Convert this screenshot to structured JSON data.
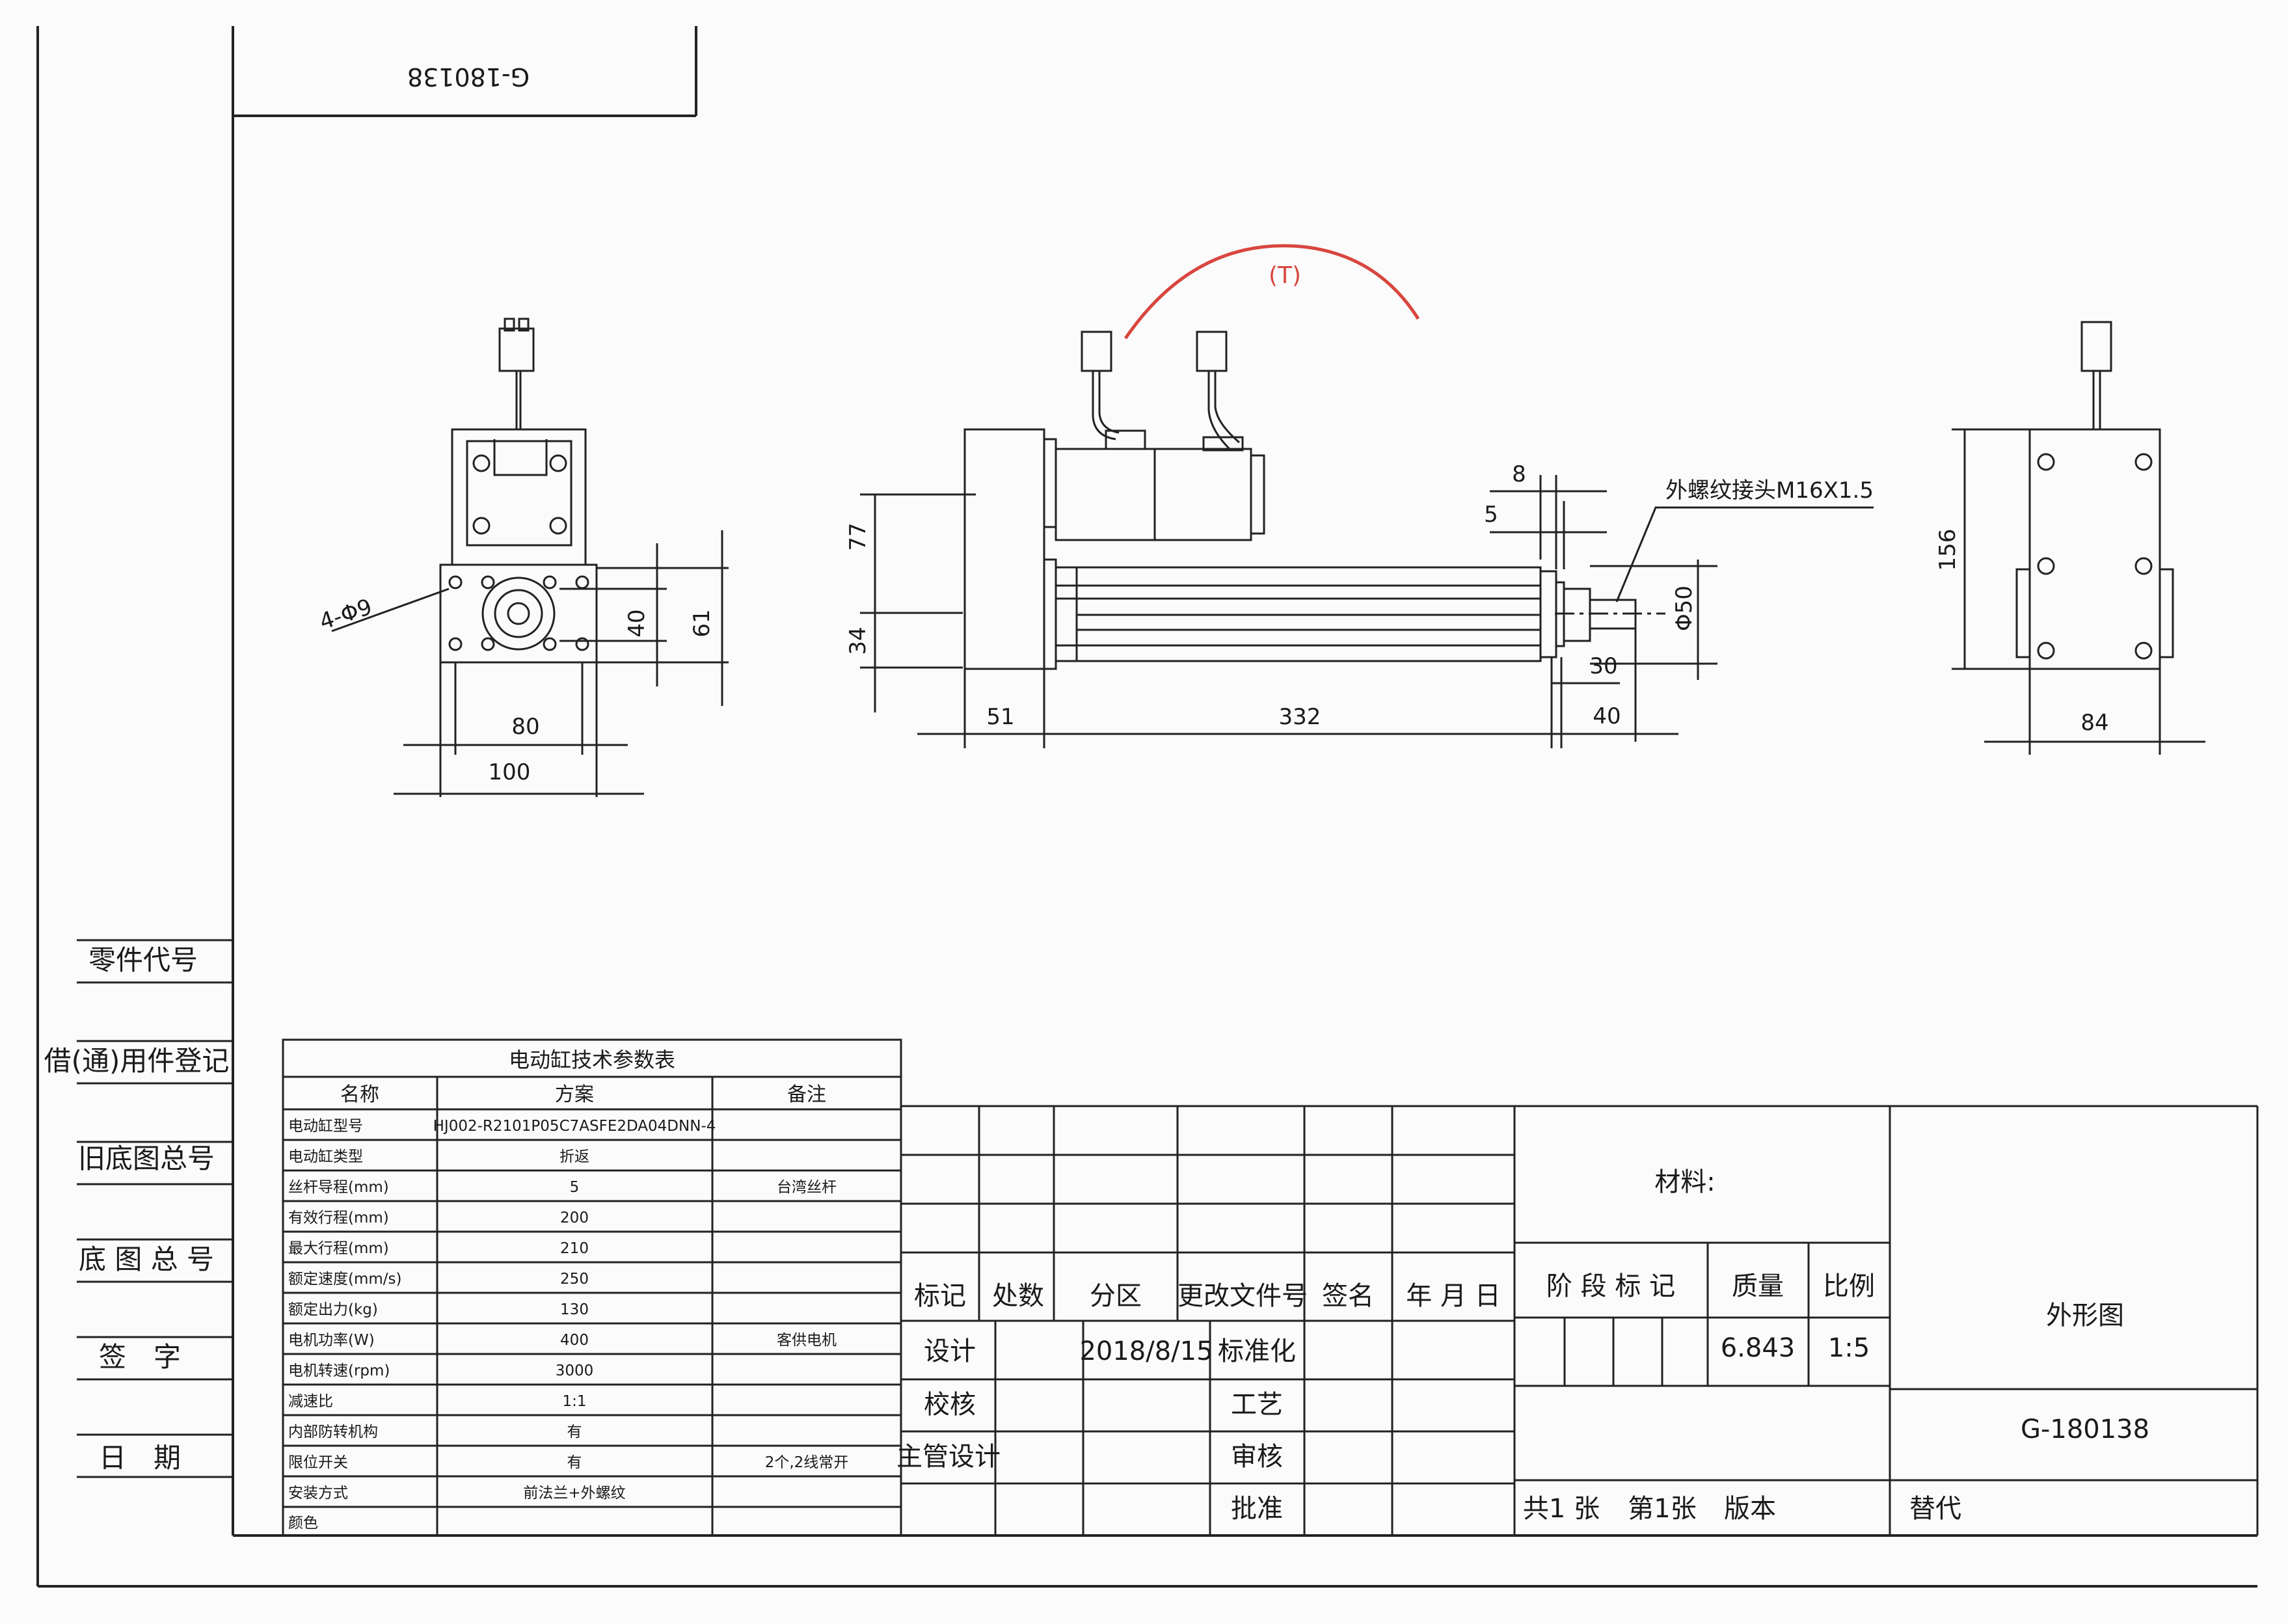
{
  "drawing_no_mirrored": "G-180138",
  "stamp_text": "(T)",
  "side_labels": [
    "零件代号",
    "借(通)用件登记",
    "旧底图总号",
    "底 图 总 号",
    "签　字",
    "日　期"
  ],
  "dimensions": {
    "front_hole": "4-Φ9",
    "front_40": "40",
    "front_61": "61",
    "front_80": "80",
    "front_100": "100",
    "side_77": "77",
    "side_34": "34",
    "side_51": "51",
    "side_332": "332",
    "side_8": "8",
    "side_5": "5",
    "side_30": "30",
    "side_40": "40",
    "side_d50": "Φ50",
    "thread_note": "外螺纹接头M16X1.5",
    "right_156": "156",
    "right_84": "84"
  },
  "param_table": {
    "title": "电动缸技术参数表",
    "headers": [
      "名称",
      "方案",
      "备注"
    ],
    "rows": [
      [
        "电动缸型号",
        "HJ002-R2101P05C7ASFE2DA04DNN-4",
        ""
      ],
      [
        "电动缸类型",
        "折返",
        ""
      ],
      [
        "丝杆导程(mm)",
        "5",
        "台湾丝杆"
      ],
      [
        "有效行程(mm)",
        "200",
        ""
      ],
      [
        "最大行程(mm)",
        "210",
        ""
      ],
      [
        "额定速度(mm/s)",
        "250",
        ""
      ],
      [
        "额定出力(kg)",
        "130",
        ""
      ],
      [
        "电机功率(W)",
        "400",
        "客供电机"
      ],
      [
        "电机转速(rpm)",
        "3000",
        ""
      ],
      [
        "减速比",
        "1:1",
        ""
      ],
      [
        "内部防转机构",
        "有",
        ""
      ],
      [
        "限位开关",
        "有",
        "2个,2线常开"
      ],
      [
        "安装方式",
        "前法兰+外螺纹",
        ""
      ],
      [
        "颜色",
        "",
        ""
      ]
    ]
  },
  "title_block": {
    "rev_headers": [
      "标记",
      "处数",
      "分区",
      "更改文件号",
      "签名",
      "年 月 日"
    ],
    "design": "设计",
    "check": "校核",
    "chief": "主管设计",
    "date": "2018/8/15",
    "standard": "标准化",
    "process": "工艺",
    "review": "审核",
    "approve": "批准",
    "material": "材料:",
    "stage_mark": "阶 段 标 记",
    "mass_label": "质量",
    "scale_label": "比例",
    "mass": "6.843",
    "scale": "1:5",
    "sheets_total": "共1 张",
    "sheet_no": "第1张",
    "version": "版本",
    "replace": "替代",
    "drawing_title": "外形图",
    "drawing_no": "G-180138"
  }
}
